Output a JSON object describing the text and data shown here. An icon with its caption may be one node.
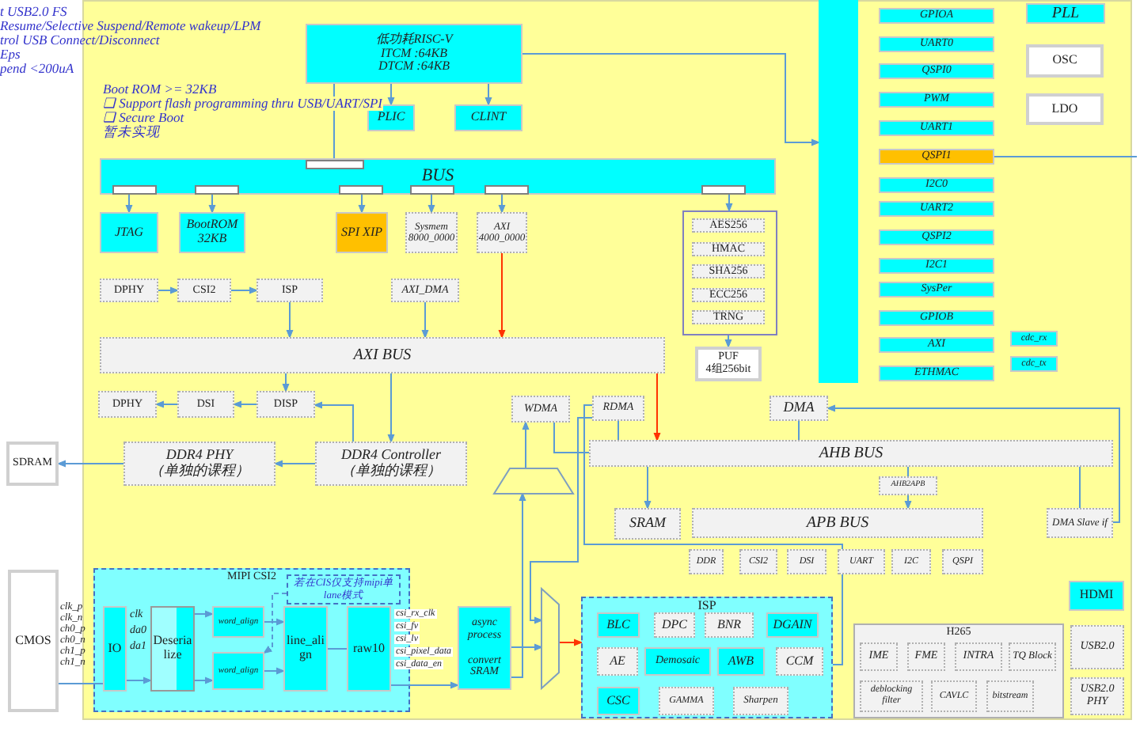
{
  "diagram": {
    "nodes": [
      {
        "text": [],
        "shape": "box"
      },
      {
        "text": [
          "低功耗RISC-V",
          "ITCM :64KB",
          "DTCM :64KB"
        ],
        "in": 0
      },
      {
        "text": [
          "PLIC"
        ],
        "in": 0
      },
      {
        "text": [
          "CLINT"
        ],
        "in": 0
      },
      {
        "text": [
          "BUS"
        ],
        "in": 0
      },
      {
        "text": [
          "JTAG"
        ],
        "in": 0
      },
      {
        "text": [
          "BootROM 32KB"
        ],
        "in": 0
      },
      {
        "text": [
          "SPI XIP"
        ],
        "in": 0
      },
      {
        "text": [
          "Sysmem",
          "8000_0000"
        ],
        "in": 0
      },
      {
        "text": [
          "AXI",
          "4000_0000"
        ],
        "in": 0
      },
      {
        "text": [],
        "shape": "box",
        "in": 0
      },
      {
        "text": [
          "AES256"
        ],
        "in": 10
      },
      {
        "text": [
          "HMAC"
        ],
        "in": 10
      },
      {
        "text": [
          "SHA256"
        ],
        "in": 10
      },
      {
        "text": [
          "ECC256"
        ],
        "in": 10
      },
      {
        "text": [
          "TRNG"
        ],
        "in": 10
      },
      {
        "text": [
          "PUF",
          "4组256bit"
        ],
        "in": 0
      },
      {
        "text": [],
        "shape": "bar",
        "in": 0
      },
      {
        "text": [
          "GPIOA"
        ],
        "in": 0
      },
      {
        "text": [
          "UART0"
        ],
        "in": 0
      },
      {
        "text": [
          "QSPI0"
        ],
        "in": 0
      },
      {
        "text": [
          "PWM"
        ],
        "in": 0
      },
      {
        "text": [
          "UART1"
        ],
        "in": 0
      },
      {
        "text": [
          "QSPI1"
        ],
        "in": 0
      },
      {
        "text": [
          "I2C0"
        ],
        "in": 0
      },
      {
        "text": [
          "UART2"
        ],
        "in": 0
      },
      {
        "text": [
          "QSPI2"
        ],
        "in": 0
      },
      {
        "text": [
          "I2C1"
        ],
        "in": 0
      },
      {
        "text": [
          "SysPer"
        ],
        "in": 0
      },
      {
        "text": [
          "GPIOB"
        ],
        "in": 0
      },
      {
        "text": [
          "AXI"
        ],
        "in": 0
      },
      {
        "text": [
          "ETHMAC"
        ],
        "in": 0
      },
      {
        "text": [
          "PLL"
        ],
        "in": 0
      },
      {
        "text": [
          "OSC"
        ],
        "in": 0
      },
      {
        "text": [
          "LDO"
        ],
        "in": 0
      },
      {
        "text": [
          "cdc_rx"
        ],
        "in": 0
      },
      {
        "text": [
          "cdc_tx"
        ],
        "in": 0
      },
      {
        "text": [
          "DPHY"
        ],
        "in": 0
      },
      {
        "text": [
          "CSI2"
        ],
        "in": 0
      },
      {
        "text": [
          "ISP"
        ],
        "in": 0
      },
      {
        "text": [
          "AXI_DMA"
        ],
        "in": 0
      },
      {
        "text": [
          "AXI BUS"
        ],
        "in": 0
      },
      {
        "text": [
          "DPHY"
        ],
        "in": 0
      },
      {
        "text": [
          "DSI"
        ],
        "in": 0
      },
      {
        "text": [
          "DISP"
        ],
        "in": 0
      },
      {
        "text": [
          "DDR4 PHY",
          "（单独的课程）"
        ],
        "in": 0
      },
      {
        "text": [
          "DDR4 Controller",
          "（单独的课程）"
        ],
        "in": 0
      },
      {
        "text": [
          "SDRAM"
        ]
      },
      {
        "text": [
          "WDMA"
        ],
        "in": 0
      },
      {
        "text": [
          "RDMA"
        ],
        "in": 0
      },
      {
        "text": [
          "DMA"
        ],
        "in": 0
      },
      {
        "text": [
          "AHB BUS"
        ],
        "in": 0
      },
      {
        "text": [
          "AHB2APB"
        ],
        "in": 0
      },
      {
        "text": [
          "SRAM"
        ],
        "in": 0
      },
      {
        "text": [
          "APB BUS"
        ],
        "in": 0
      },
      {
        "text": [
          "DMA Slave if"
        ],
        "in": 0
      },
      {
        "text": [
          "DDR"
        ],
        "in": 0
      },
      {
        "text": [
          "CSI2"
        ],
        "in": 0
      },
      {
        "text": [
          "DSI"
        ],
        "in": 0
      },
      {
        "text": [
          "UART"
        ],
        "in": 0
      },
      {
        "text": [
          "I2C"
        ],
        "in": 0
      },
      {
        "text": [
          "QSPI"
        ],
        "in": 0
      },
      {
        "text": [],
        "shape": "trapezoid",
        "in": 0
      },
      {
        "text": [],
        "shape": "trapezoid",
        "in": 0
      },
      {
        "text": [
          "MIPI CSI2"
        ],
        "in": 0
      },
      {
        "text": [
          "IO"
        ],
        "in": 64
      },
      {
        "text": [
          "Deserialize"
        ],
        "in": 64
      },
      {
        "text": [
          "word_align"
        ],
        "in": 64
      },
      {
        "text": [
          "word_align"
        ],
        "in": 64
      },
      {
        "text": [
          "line_align"
        ],
        "in": 64
      },
      {
        "text": [
          "raw10"
        ],
        "in": 64
      },
      {
        "text": [
          "若在CIS仅支持mipi单lane模式"
        ],
        "in": 64
      },
      {
        "text": [
          "async process",
          "convert SRAM"
        ],
        "in": 0
      },
      {
        "text": [
          "CMOS"
        ]
      },
      {
        "text": [
          "ISP"
        ],
        "in": 0
      },
      {
        "text": [
          "BLC"
        ],
        "in": 74
      },
      {
        "text": [
          "DPC"
        ],
        "in": 74
      },
      {
        "text": [
          "BNR"
        ],
        "in": 74
      },
      {
        "text": [
          "DGAIN"
        ],
        "in": 74
      },
      {
        "text": [
          "AE"
        ],
        "in": 74
      },
      {
        "text": [
          "Demosaic"
        ],
        "in": 74
      },
      {
        "text": [
          "AWB"
        ],
        "in": 74
      },
      {
        "text": [
          "CCM"
        ],
        "in": 74
      },
      {
        "text": [
          "CSC"
        ],
        "in": 74
      },
      {
        "text": [
          "GAMMA"
        ],
        "in": 74
      },
      {
        "text": [
          "Sharpen"
        ],
        "in": 74
      },
      {
        "text": [
          "HDMI"
        ],
        "in": 0
      },
      {
        "text": [
          "USB2.0"
        ],
        "in": 0
      },
      {
        "text": [
          "USB2.0 PHY"
        ],
        "in": 0
      },
      {
        "text": [
          "H265"
        ],
        "in": 0
      },
      {
        "text": [
          "IME"
        ],
        "in": 89
      },
      {
        "text": [
          "FME"
        ],
        "in": 89
      },
      {
        "text": [
          "INTRA"
        ],
        "in": 89
      },
      {
        "text": [
          "TQ Block"
        ],
        "in": 89
      },
      {
        "text": [
          "deblocking filter"
        ],
        "in": 89
      },
      {
        "text": [
          "CAVLC"
        ],
        "in": 89
      },
      {
        "text": [
          "bitstream"
        ],
        "in": 89
      }
    ],
    "edges": [
      {
        "from": 1,
        "to": 2,
        "arrow": "to"
      },
      {
        "from": 1,
        "to": 3,
        "arrow": "to"
      },
      {
        "from": 1,
        "to": 4,
        "arrow": "none"
      },
      {
        "from": 4,
        "to": 5,
        "arrow": "to"
      },
      {
        "from": 4,
        "to": 6,
        "arrow": "to"
      },
      {
        "from": 4,
        "to": 7,
        "arrow": "to"
      },
      {
        "from": 4,
        "to": 8,
        "arrow": "to"
      },
      {
        "from": 4,
        "to": 9,
        "arrow": "to"
      },
      {
        "from": 4,
        "to": 10,
        "arrow": "to"
      },
      {
        "from": 10,
        "to": 16,
        "arrow": "to"
      },
      {
        "from": 1,
        "to": 17,
        "arrow": "to"
      },
      {
        "from": 23,
        "to": null,
        "arrow": "none"
      },
      {
        "from": 37,
        "to": 38,
        "arrow": "to"
      },
      {
        "from": 38,
        "to": 39,
        "arrow": "to"
      },
      {
        "from": 39,
        "to": 41,
        "arrow": "to"
      },
      {
        "from": 40,
        "to": 41,
        "arrow": "to"
      },
      {
        "from": 9,
        "to": 41,
        "arrow": "to",
        "color": "#ff3300"
      },
      {
        "from": 41,
        "to": 44,
        "arrow": "to"
      },
      {
        "from": 44,
        "to": 43,
        "arrow": "to"
      },
      {
        "from": 43,
        "to": 42,
        "arrow": "to"
      },
      {
        "from": 41,
        "to": 46,
        "arrow": "to"
      },
      {
        "from": 46,
        "to": 44,
        "arrow": "to"
      },
      {
        "from": 46,
        "to": 45,
        "arrow": "to"
      },
      {
        "from": 45,
        "to": 47,
        "arrow": "to"
      },
      {
        "from": 41,
        "to": 51,
        "arrow": "to",
        "color": "#ff3300"
      },
      {
        "from": 48,
        "to": 51,
        "arrow": "none"
      },
      {
        "from": 49,
        "to": 51,
        "arrow": "none"
      },
      {
        "from": 50,
        "to": 51,
        "arrow": "none"
      },
      {
        "from": 51,
        "to": 53,
        "arrow": "to"
      },
      {
        "from": 51,
        "to": 52,
        "arrow": "none"
      },
      {
        "from": 52,
        "to": 54,
        "arrow": "to"
      },
      {
        "from": 51,
        "to": 55,
        "arrow": "none"
      },
      {
        "from": 55,
        "to": 50,
        "arrow": "to"
      },
      {
        "from": 62,
        "to": 48,
        "arrow": "to"
      },
      {
        "from": 49,
        "to": 63,
        "arrow": "to"
      },
      {
        "from": 72,
        "to": 63,
        "arrow": "to"
      },
      {
        "from": 72,
        "to": 62,
        "arrow": "to"
      },
      {
        "from": 63,
        "to": 74,
        "arrow": "to",
        "color": "#ff3300"
      },
      {
        "from": 74,
        "to": 49,
        "arrow": "none"
      },
      {
        "from": 73,
        "to": 65,
        "arrow": "none"
      },
      {
        "from": 65,
        "to": 66,
        "arrow": "to"
      },
      {
        "from": 66,
        "to": 67,
        "arrow": "to"
      },
      {
        "from": 66,
        "to": 68,
        "arrow": "to"
      },
      {
        "from": 67,
        "to": 69,
        "arrow": "to"
      },
      {
        "from": 68,
        "to": 69,
        "arrow": "to"
      },
      {
        "from": 69,
        "to": 70,
        "arrow": "none"
      },
      {
        "from": 70,
        "to": 72,
        "arrow": "to"
      },
      {
        "from": 71,
        "to": 68,
        "arrow": "to",
        "style": "dashed"
      }
    ],
    "labels": [
      "t USB2.0 FS",
      "Resume/Selective Suspend/Remote wakeup/LPM",
      "trol USB Connect/Disconnect",
      "Eps",
      "pend <200uA",
      "Boot ROM >= 32KB",
      "❑ Support flash programming thru USB/UART/SPI",
      "❑ Secure Boot",
      "暂未实现",
      "clk_p",
      "clk_n",
      "ch0_p",
      "ch0_n",
      "ch1_p",
      "ch1_n",
      "clk",
      "da0",
      "da1",
      "csi_rx_clk",
      "csi_fv",
      "csi_lv",
      "csi_pixel_data",
      "csi_data_en"
    ]
  }
}
